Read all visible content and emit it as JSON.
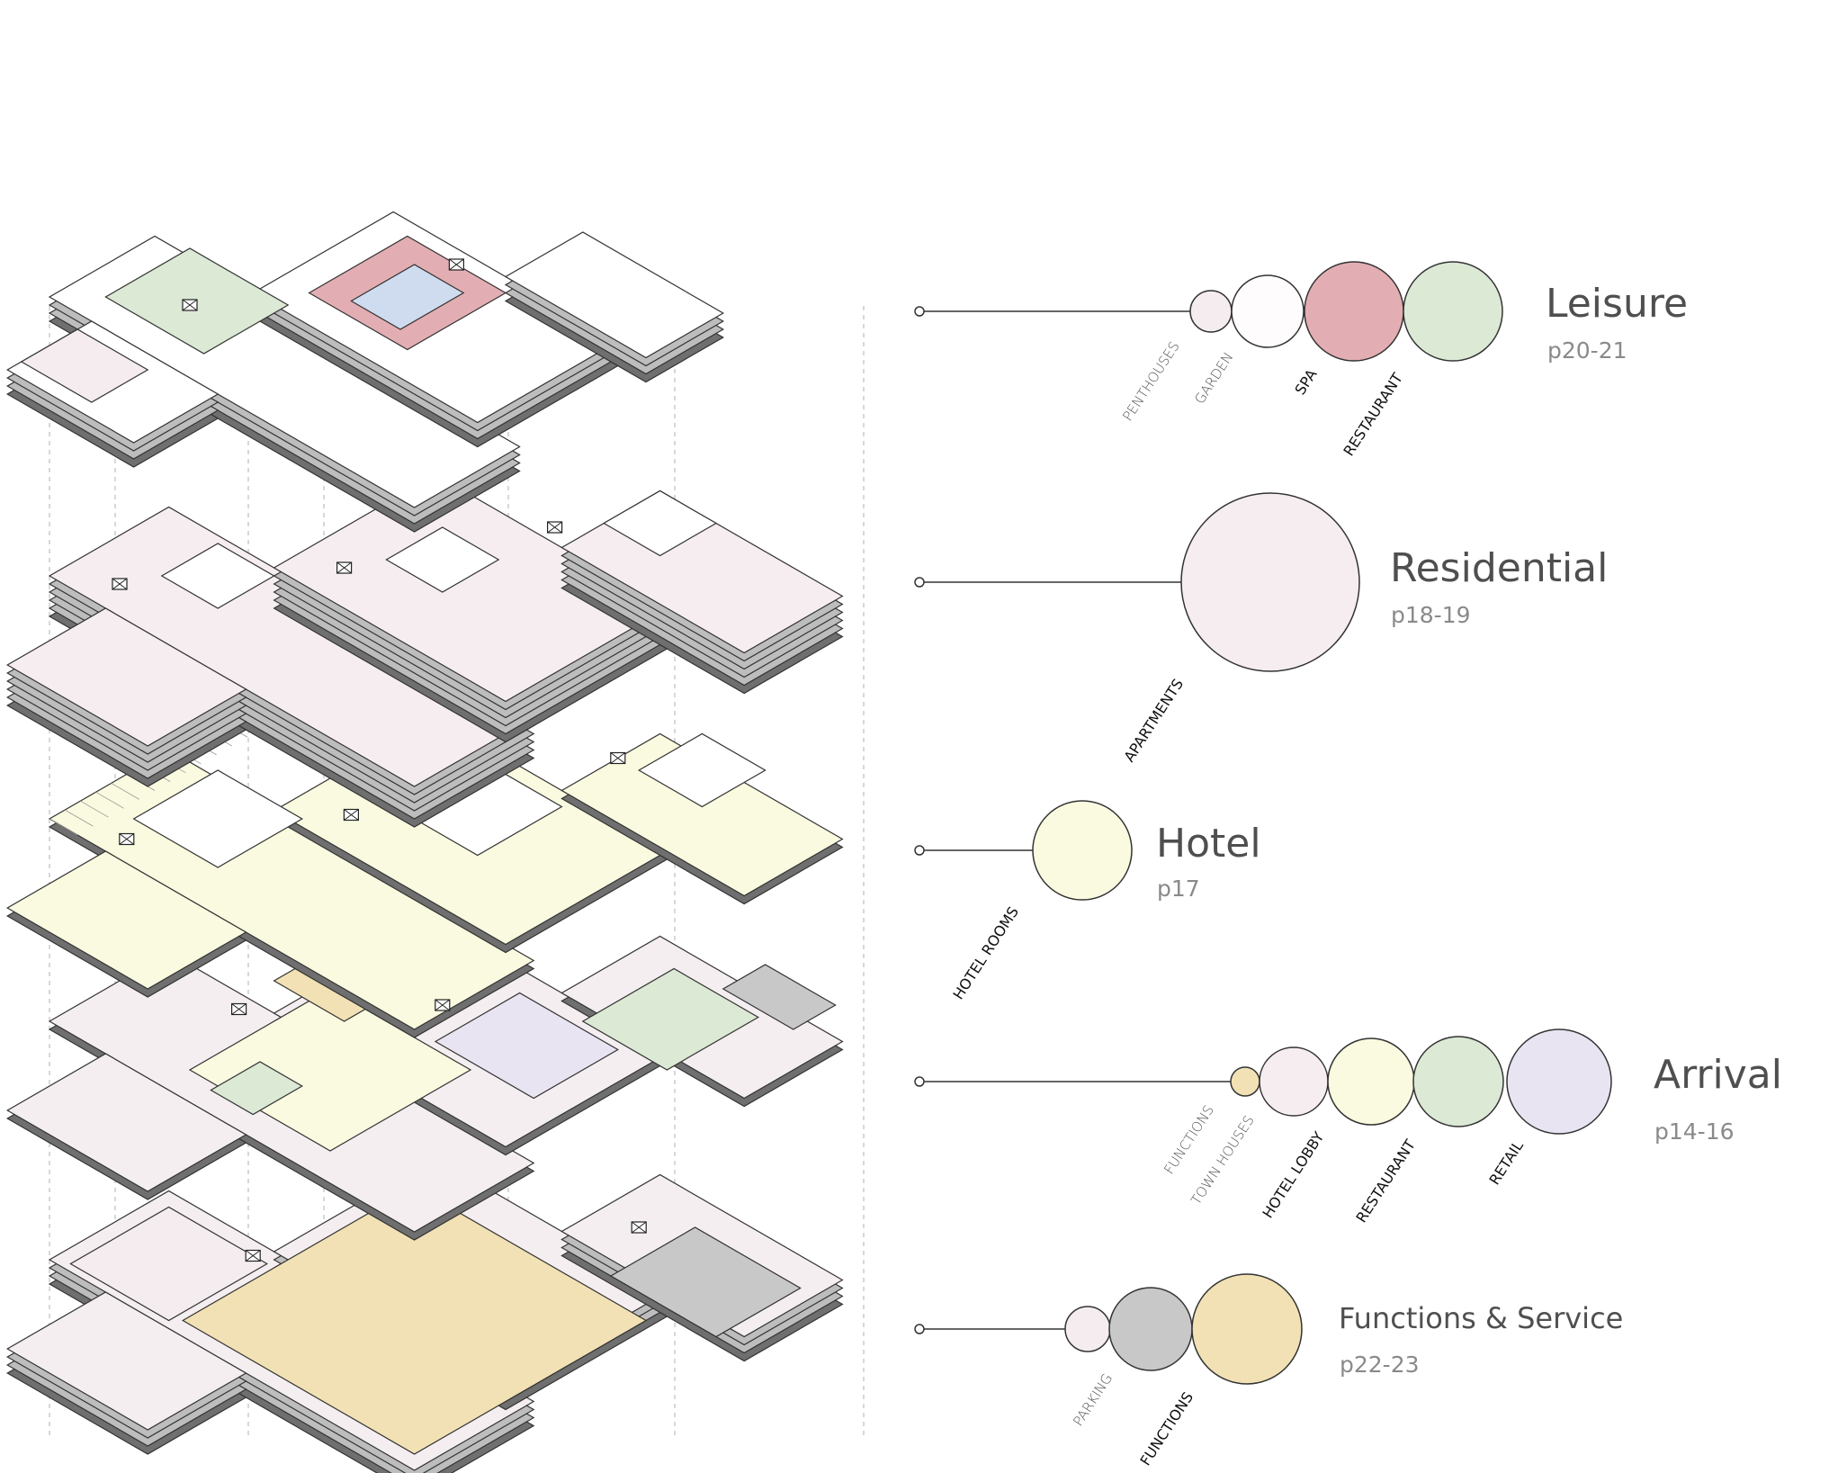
{
  "colors": {
    "penthouses": "#f5ecef",
    "garden": "#fefcfd",
    "spa": "#e3aeb3",
    "restaurant": "#dbe9d5",
    "apartments": "#f6edf1",
    "hotel_rooms": "#fafae0",
    "functions": "#f1e1b4",
    "town_houses": "#f6edf1",
    "hotel_lobby": "#fafae0",
    "retail": "#e9e4f1",
    "parking": "#c8c8c8",
    "pool": "#cfdcef",
    "outline": "#333333"
  },
  "groups": [
    {
      "id": "leisure",
      "title": "Leisure",
      "page": "p20-21",
      "items": [
        {
          "label": "PENTHOUSES",
          "color_key": "penthouses"
        },
        {
          "label": "GARDEN",
          "color_key": "garden"
        },
        {
          "label": "SPA",
          "color_key": "spa"
        },
        {
          "label": "RESTAURANT",
          "color_key": "restaurant"
        }
      ]
    },
    {
      "id": "residential",
      "title": "Residential",
      "page": "p18-19",
      "items": [
        {
          "label": "APARTMENTS",
          "color_key": "apartments"
        }
      ]
    },
    {
      "id": "hotel",
      "title": "Hotel",
      "page": "p17",
      "items": [
        {
          "label": "HOTEL ROOMS",
          "color_key": "hotel_rooms"
        }
      ]
    },
    {
      "id": "arrival",
      "title": "Arrival",
      "page": "p14-16",
      "items": [
        {
          "label": "FUNCTIONS",
          "color_key": "functions"
        },
        {
          "label": "TOWN HOUSES",
          "color_key": "town_houses"
        },
        {
          "label": "HOTEL LOBBY",
          "color_key": "hotel_lobby"
        },
        {
          "label": "RESTAURANT",
          "color_key": "restaurant"
        },
        {
          "label": "RETAIL",
          "color_key": "retail"
        }
      ]
    },
    {
      "id": "functions-service",
      "title": "Functions & Service",
      "page": "p22-23",
      "items": [
        {
          "label": "PARKING",
          "color_key": "penthouses"
        },
        {
          "label": "",
          "color_key": "parking"
        },
        {
          "label": "FUNCTIONS",
          "color_key": "functions"
        }
      ]
    }
  ]
}
